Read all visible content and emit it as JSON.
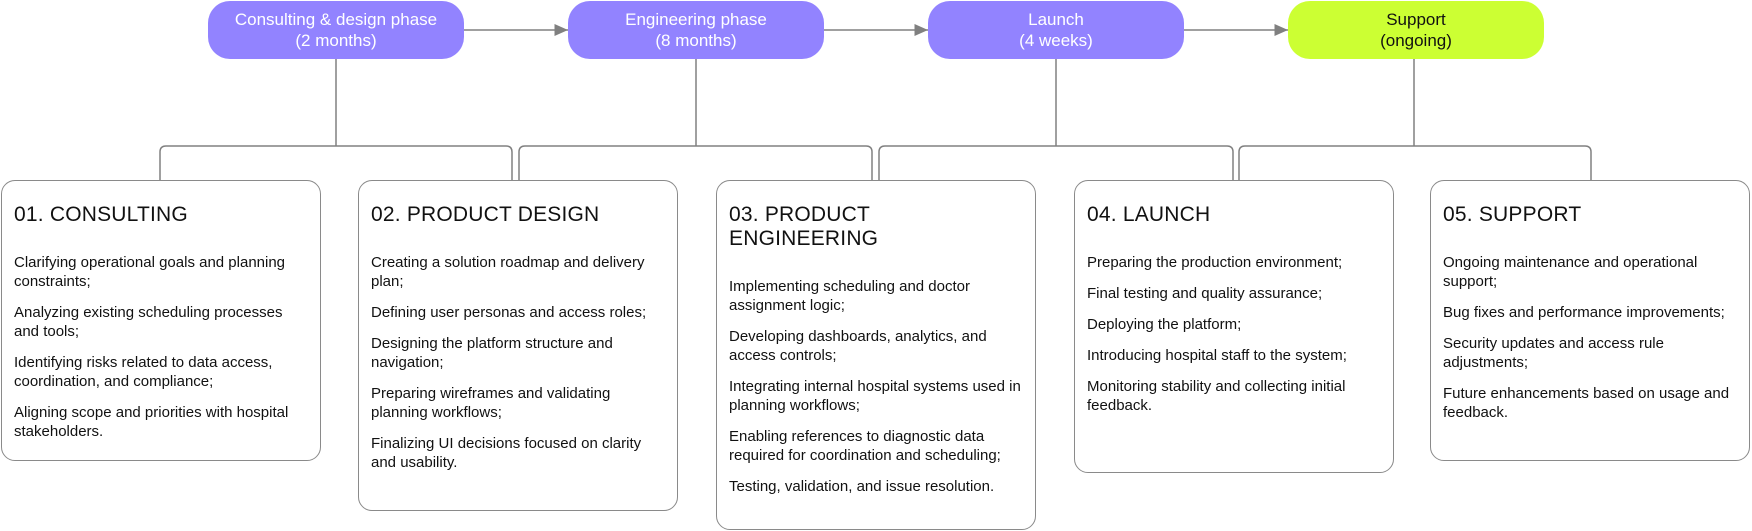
{
  "phases": [
    {
      "name": "Consulting & design phase",
      "duration": "(2 months)"
    },
    {
      "name": "Engineering phase",
      "duration": "(8 months)"
    },
    {
      "name": "Launch",
      "duration": "(4 weeks)"
    },
    {
      "name": "Support",
      "duration": "(ongoing)"
    }
  ],
  "cards": [
    {
      "title": "01. CONSULTING",
      "items": [
        "Clarifying operational goals and planning constraints;",
        "Analyzing existing scheduling processes and tools;",
        "Identifying risks related to data access, coordination, and compliance;",
        "Aligning scope and priorities with hospital stakeholders."
      ]
    },
    {
      "title": "02. PRODUCT DESIGN",
      "items": [
        "Creating a solution roadmap and delivery plan;",
        "Defining user personas and access roles;",
        "Designing the platform structure and navigation;",
        "Preparing wireframes and validating planning workflows;",
        "Finalizing UI decisions focused on clarity and usability."
      ]
    },
    {
      "title": "03. PRODUCT ENGINEERING",
      "items": [
        "Implementing scheduling and doctor assignment logic;",
        "Developing dashboards, analytics, and access controls;",
        "Integrating internal hospital systems used in planning workflows;",
        "Enabling references to diagnostic data required for coordination and scheduling;",
        "Testing, validation, and issue resolution."
      ]
    },
    {
      "title": "04. LAUNCH",
      "items": [
        "Preparing the production environment;",
        "Final testing and quality assurance;",
        "Deploying the platform;",
        "Introducing hospital staff to the system;",
        "Monitoring stability and collecting initial feedback."
      ]
    },
    {
      "title": "05. SUPPORT",
      "items": [
        "Ongoing maintenance and operational support;",
        "Bug fixes and performance improvements;",
        "Security updates and access rule adjustments;",
        "Future enhancements based on usage and feedback."
      ]
    }
  ],
  "colors": {
    "phase_fill": "#9283ff",
    "support_fill": "#ccff33",
    "line": "#808080"
  }
}
